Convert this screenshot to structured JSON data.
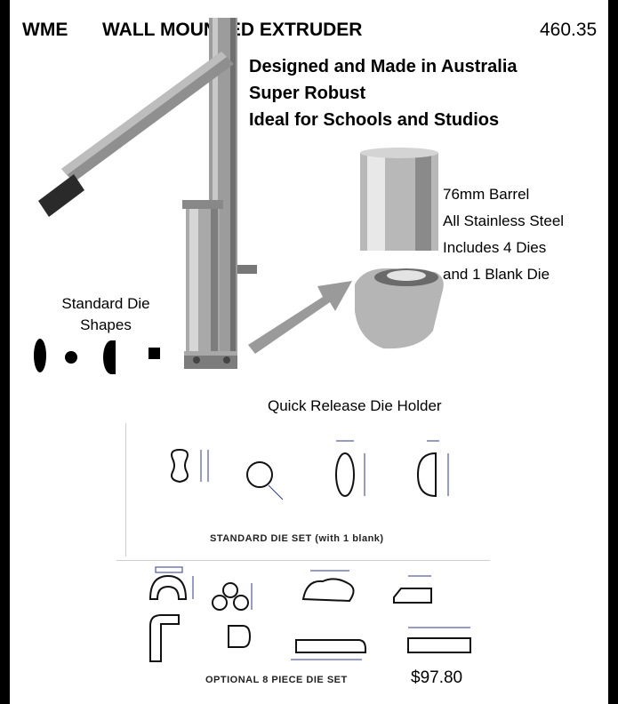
{
  "header": {
    "code": "WME",
    "title": "WALL MOUNTED EXTRUDER",
    "price": "460.35"
  },
  "features": [
    "Designed and Made in Australia",
    "Super Robust",
    "Ideal for Schools and Studios"
  ],
  "barrel_specs": [
    "76mm Barrel",
    "All Stainless Steel",
    "Includes 4 Dies",
    "and 1 Blank Die"
  ],
  "standard_shapes_label": [
    "Standard Die",
    "Shapes"
  ],
  "die_holder_label": "Quick Release Die Holder",
  "standard_set_caption": "STANDARD DIE SET (with 1 blank)",
  "optional_set_caption": "OPTIONAL 8 PIECE DIE SET",
  "optional_set_price": "$97.80"
}
